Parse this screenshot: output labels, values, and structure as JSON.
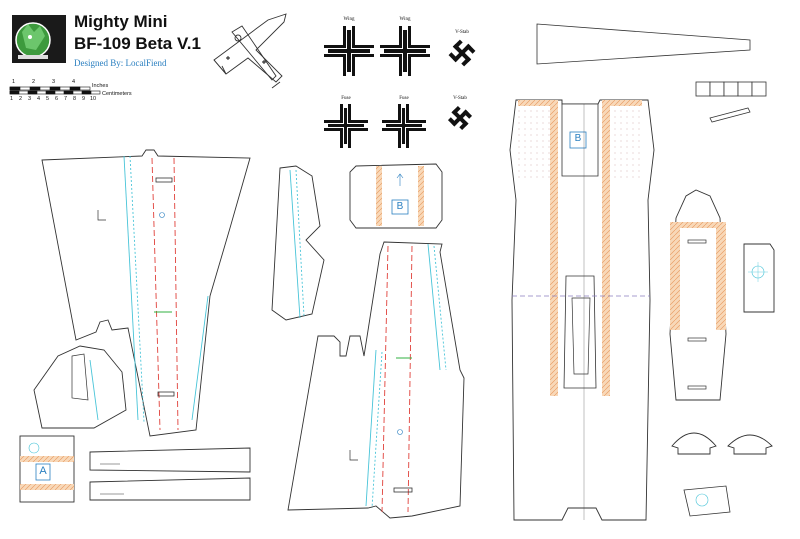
{
  "header": {
    "title_line1": "Mighty Mini",
    "title_line2": "BF-109 Beta V.1",
    "designer": "Designed By: LocalFiend"
  },
  "scale": {
    "inches_label": "Inches",
    "centimeters_label": "Centimeters",
    "inch_ticks": [
      "1",
      "2",
      "3",
      "4"
    ],
    "cm_ticks": [
      "1",
      "2",
      "3",
      "4",
      "5",
      "6",
      "7",
      "8",
      "9",
      "10"
    ]
  },
  "decals": {
    "wing_label_1": "Wing",
    "wing_label_2": "Wing",
    "vstab_label_1": "V-Stab",
    "fuse_label_1": "Fuse",
    "fuse_label_2": "Fuse",
    "vstab_label_2": "V-Stab"
  },
  "part_letters": {
    "top_center": "B",
    "fuselage_top": "B",
    "small_piece": "A"
  },
  "colors": {
    "outline": "#333333",
    "cut_red": "#e0403a",
    "cyan": "#48c4d8",
    "orange_fill": "#f6c9a0",
    "orange_stroke": "#e8955a",
    "purple_dash": "#8a7fc0",
    "blue_text": "#2a7fc0",
    "green": "#30b040"
  }
}
